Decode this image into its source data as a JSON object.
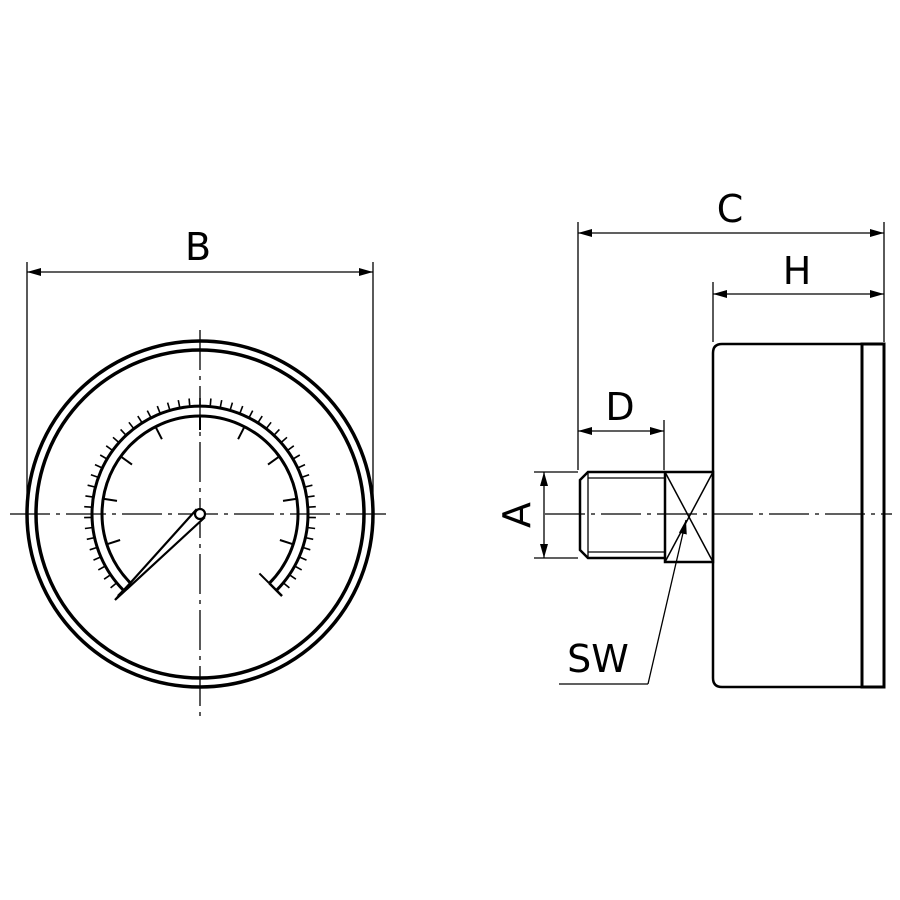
{
  "labels": {
    "B": "B",
    "C": "C",
    "H": "H",
    "D": "D",
    "A": "A",
    "SW": "SW"
  },
  "colors": {
    "line": "#000000",
    "background": "#ffffff"
  }
}
